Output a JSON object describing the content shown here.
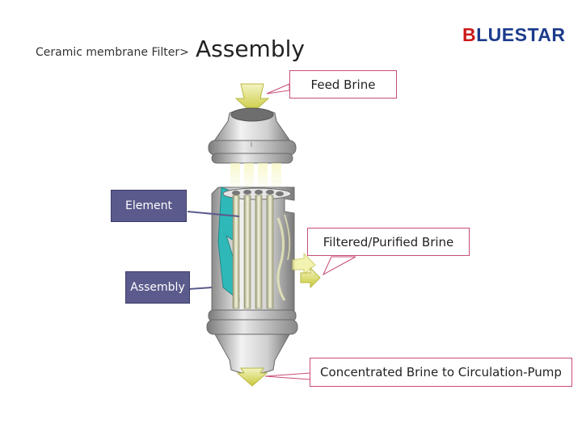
{
  "header": {
    "title_prefix": "Ceramic membrane Filter>",
    "title_main": "Assembly"
  },
  "logo": {
    "first_letter": "B",
    "rest": "LUESTAR",
    "colors": {
      "first": "#cc1a1a",
      "rest": "#1b3b8c"
    }
  },
  "callouts": {
    "feed": "Feed Brine",
    "filtered": "Filtered/Purified  Brine",
    "concentrated": "Concentrated  Brine to Circulation-Pump"
  },
  "labels": {
    "element": "Element",
    "assembly": "Assembly"
  },
  "colors": {
    "callout_border": "#c84c78",
    "label_fill": "#5a5a8c",
    "membrane": "#2fb8b8",
    "flow_arrow": "#d8d858"
  }
}
